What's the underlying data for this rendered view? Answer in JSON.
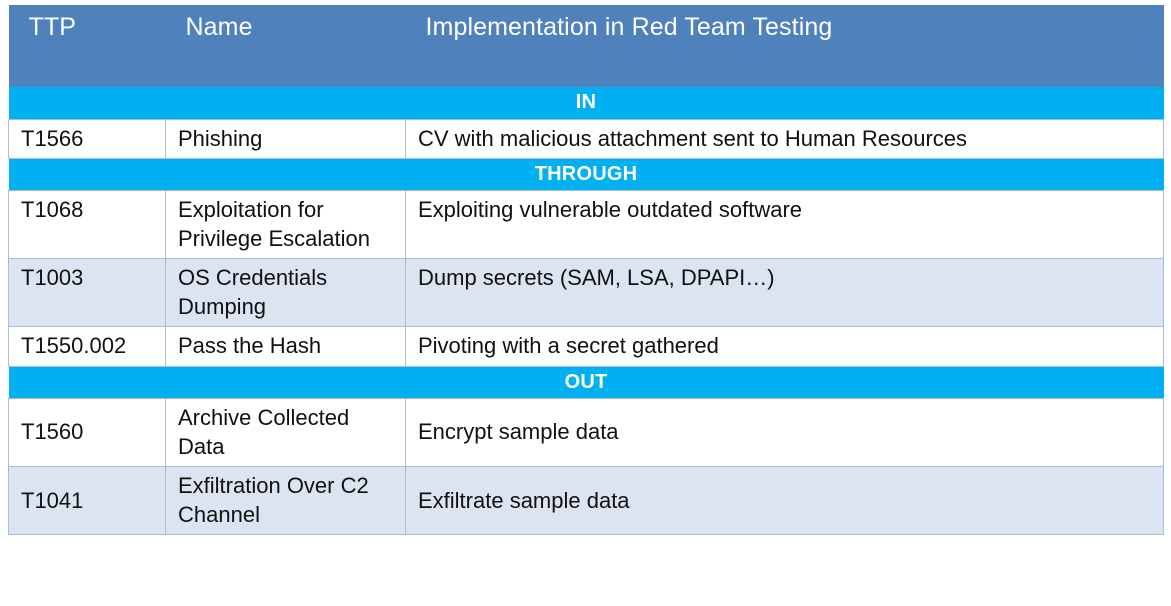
{
  "table": {
    "columns": [
      {
        "key": "ttp",
        "label": "TTP"
      },
      {
        "key": "name",
        "label": "Name"
      },
      {
        "key": "impl",
        "label": "Implementation in Red Team Testing"
      }
    ],
    "colors": {
      "header_background": "#4F81BD",
      "header_text": "#FFFFFF",
      "band_background": "#00B0F0",
      "band_text": "#FFFFFF",
      "row_shaded_background": "#DBE4F0",
      "row_plain_background": "#FFFFFF",
      "border": "#A9BDD8",
      "body_text": "#111111"
    },
    "sections": [
      {
        "band_label": "IN",
        "rows": [
          {
            "ttp": "T1566",
            "name": "Phishing",
            "impl": "CV with malicious attachment sent to Human Resources",
            "shaded": false
          }
        ]
      },
      {
        "band_label": "THROUGH",
        "rows": [
          {
            "ttp": "T1068",
            "name": "Exploitation for Privilege Escalation",
            "impl": "Exploiting vulnerable outdated software",
            "shaded": false
          },
          {
            "ttp": "T1003",
            "name": "OS Credentials Dumping",
            "impl": "Dump secrets (SAM, LSA, DPAPI…)",
            "shaded": true
          },
          {
            "ttp": "T1550.002",
            "name": "Pass the Hash",
            "impl": "Pivoting with a secret gathered",
            "shaded": false
          }
        ]
      },
      {
        "band_label": "OUT",
        "rows": [
          {
            "ttp": "T1560",
            "name": "Archive Collected Data",
            "impl": "Encrypt sample data",
            "shaded": false
          },
          {
            "ttp": "T1041",
            "name": "Exfiltration Over C2 Channel",
            "impl": "Exfiltrate sample data",
            "shaded": true
          }
        ]
      }
    ]
  }
}
